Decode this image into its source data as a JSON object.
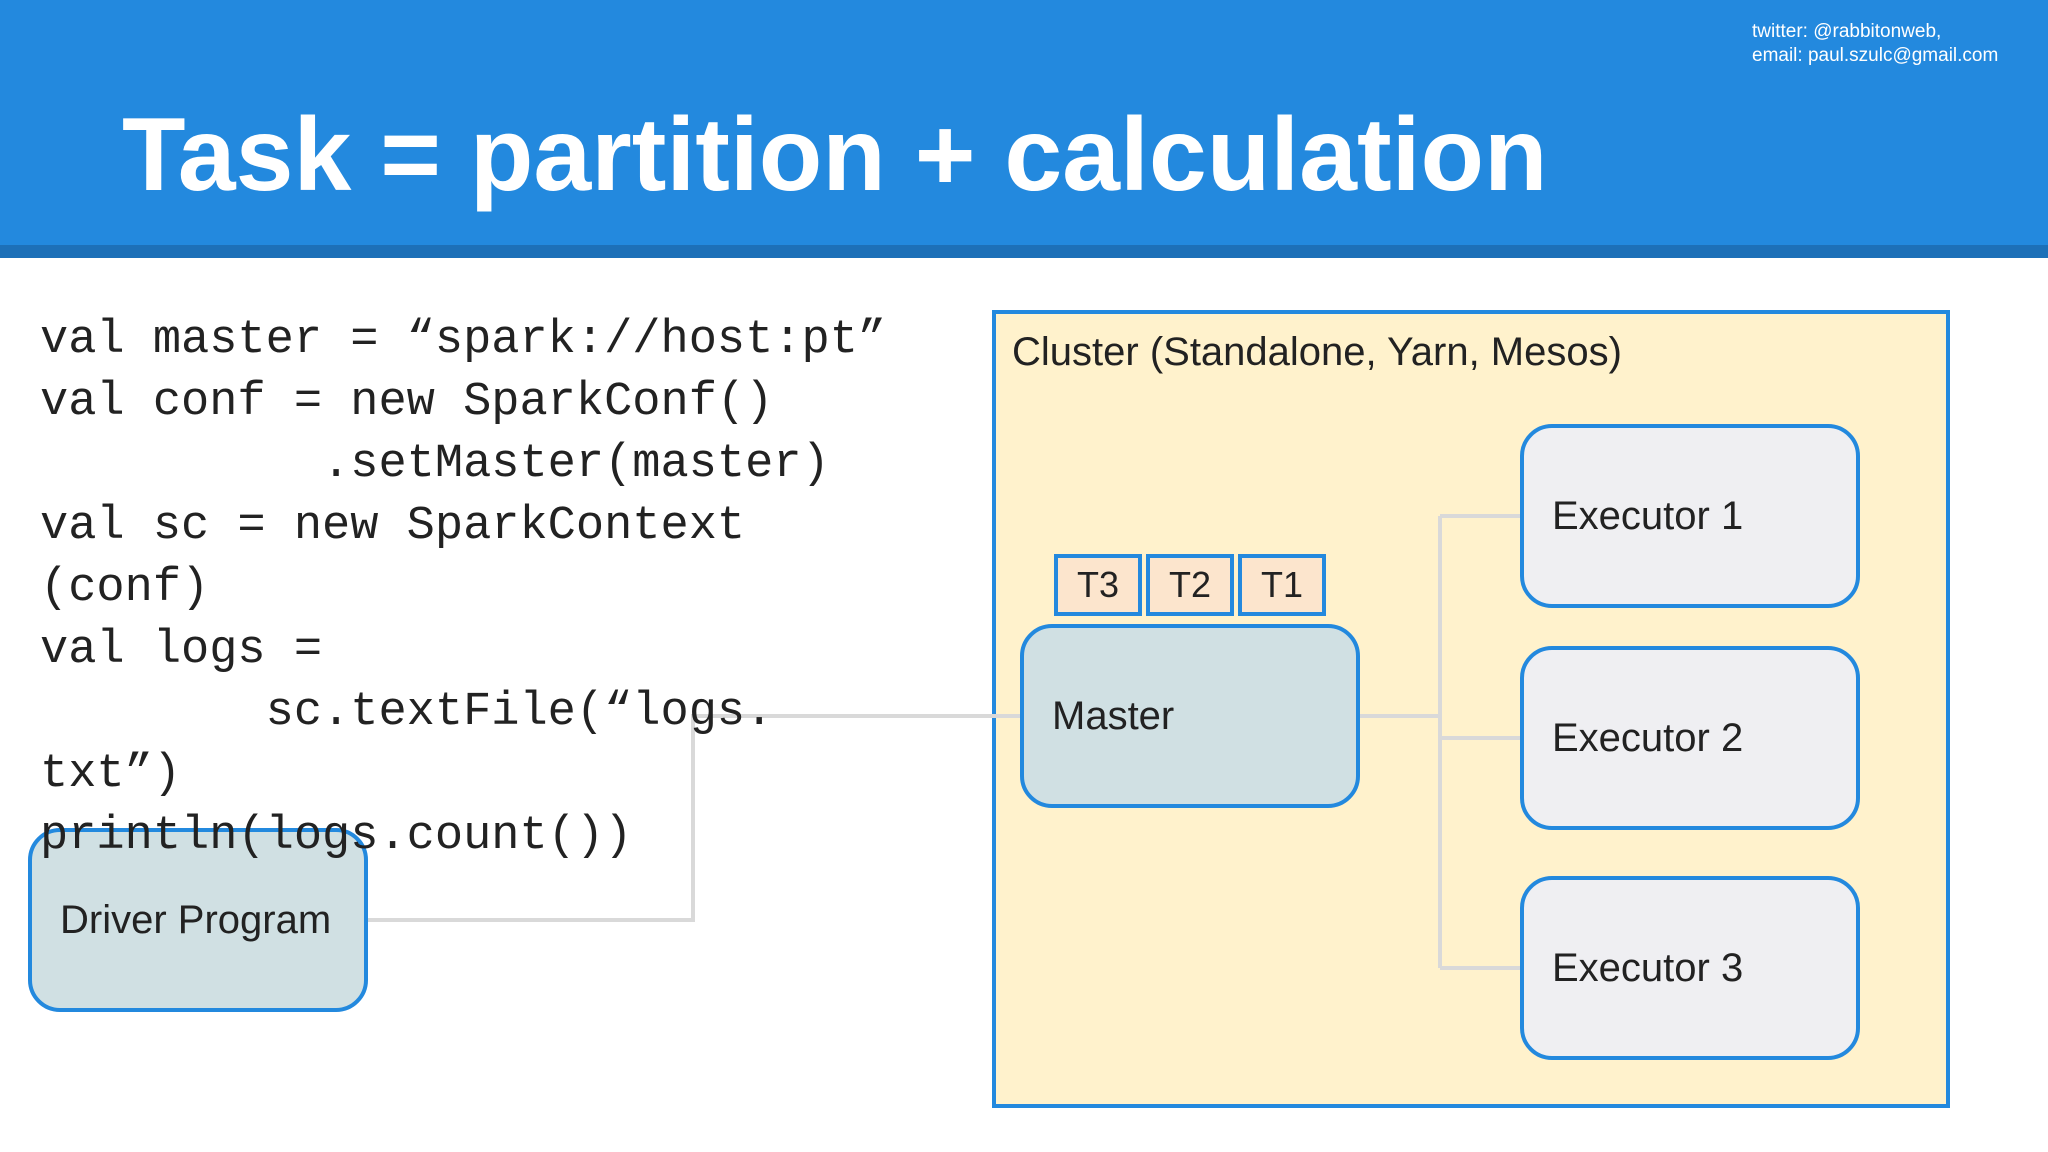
{
  "slide": {
    "title": "Task = partition + calculation",
    "contact_twitter": "twitter: @rabbitonweb,",
    "contact_email": "email: paul.szulc@gmail.com"
  },
  "code": {
    "lines": [
      "val master = “spark://host:pt”",
      "val conf = new SparkConf()",
      "          .setMaster(master)",
      "val sc = new SparkContext",
      "(conf)",
      "val logs =",
      "        sc.textFile(“logs.",
      "txt”)",
      "println(logs.count())"
    ]
  },
  "diagram": {
    "cluster_label": "Cluster (Standalone, Yarn, Mesos)",
    "driver_label": "Driver Program",
    "master_label": "Master",
    "tasks": [
      "T3",
      "T2",
      "T1"
    ],
    "executors": [
      "Executor 1",
      "Executor 2",
      "Executor 3"
    ]
  },
  "colors": {
    "header": "#2389de",
    "cluster_fill": "#fff2cc",
    "node_fill": "#d0e0e3",
    "executor_fill": "#efeff2",
    "task_fill": "#fce5cd"
  }
}
